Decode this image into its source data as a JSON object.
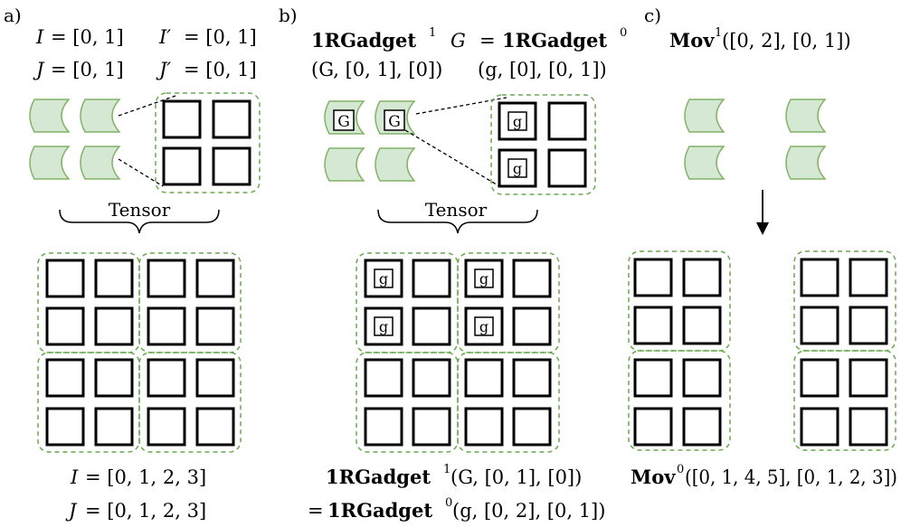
{
  "panels": {
    "a": {
      "label": "a)",
      "eq_I": "= [0, 1]",
      "eq_Ip": "= [0, 1]",
      "eq_J": "= [0, 1]",
      "eq_Jp": "= [0, 1]",
      "tensor": "Tensor",
      "res_I": "= [0, 1, 2, 3]",
      "res_J": "= [0, 1, 2, 3]"
    },
    "b": {
      "label": "b)",
      "gadget": "1RGadget",
      "sup1": "1",
      "sup0": "0",
      "eqsign": "=",
      "args1": "(G, [0, 1], [0])",
      "args0": "(g, [0], [0, 1])",
      "tensor": "Tensor",
      "res1_args": "(G, [0, 1], [0])",
      "res2_args": "(g, [0, 2], [0, 1])",
      "G": "G",
      "g": "g"
    },
    "c": {
      "label": "c)",
      "mov": "Mov",
      "sup1": "1",
      "sup0": "0",
      "args1": "([0, 2], [0, 1])",
      "args0": "([0, 1, 4, 5], [0, 1, 2, 3])"
    }
  },
  "colors": {
    "green_fill": "#d5e8d4",
    "green_stroke": "#82b366",
    "dash": "#6aa84f"
  }
}
